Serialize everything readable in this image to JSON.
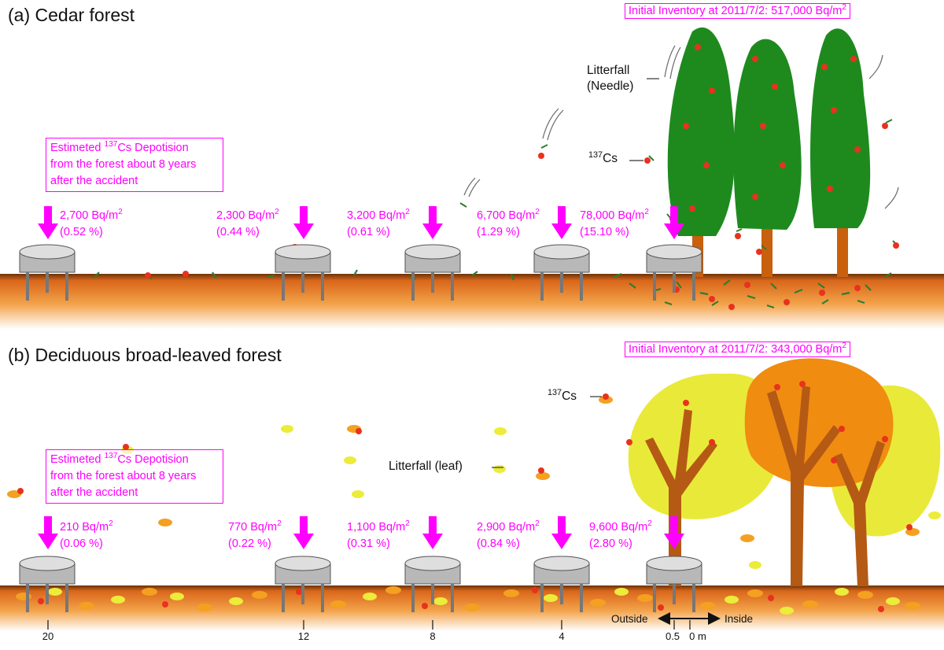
{
  "panels": [
    {
      "id": "a",
      "title": "(a) Cedar forest",
      "inventory": {
        "prefix": "Initial Inventory at 2011/7/2: 517,000 Bq/m",
        "sup": "2"
      },
      "note": {
        "line1_pre": "Estimeted ",
        "sup": "137",
        "line1_post": "Cs Depotision",
        "line2": "from the forest about 8 years",
        "line3": "after the accident"
      },
      "litter_label": {
        "line1": "Litterfall",
        "line2": "(Needle)"
      },
      "cs_label": {
        "sup": "137",
        "text": "Cs"
      },
      "traps": [
        {
          "value": "2,700 Bq/m",
          "sup": "2",
          "percent": "(0.52 %)"
        },
        {
          "value": "2,300 Bq/m",
          "sup": "2",
          "percent": "(0.44 %)"
        },
        {
          "value": "3,200 Bq/m",
          "sup": "2",
          "percent": "(0.61 %)"
        },
        {
          "value": "6,700 Bq/m",
          "sup": "2",
          "percent": "(1.29 %)"
        },
        {
          "value": "78,000 Bq/m",
          "sup": "2",
          "percent": "(15.10 %)"
        }
      ]
    },
    {
      "id": "b",
      "title": "(b) Deciduous broad-leaved forest",
      "inventory": {
        "prefix": "Initial Inventory at 2011/7/2: 343,000 Bq/m",
        "sup": "2"
      },
      "note": {
        "line1_pre": "Estimeted ",
        "sup": "137",
        "line1_post": "Cs Depotision",
        "line2": "from the forest about 8 years",
        "line3": "after the accident"
      },
      "litter_label": {
        "line1": "Litterfall (leaf)"
      },
      "cs_label": {
        "sup": "137",
        "text": "Cs"
      },
      "traps": [
        {
          "value": "210 Bq/m",
          "sup": "2",
          "percent": "(0.06 %)"
        },
        {
          "value": "770 Bq/m",
          "sup": "2",
          "percent": "(0.22 %)"
        },
        {
          "value": "1,100 Bq/m",
          "sup": "2",
          "percent": "(0.31 %)"
        },
        {
          "value": "2,900 Bq/m",
          "sup": "2",
          "percent": "(0.84 %)"
        },
        {
          "value": "9,600 Bq/m",
          "sup": "2",
          "percent": "(2.80 %)"
        }
      ]
    }
  ],
  "distance_axis": {
    "ticks": [
      "20",
      "12",
      "8",
      "4",
      "0.5",
      "0 m"
    ],
    "outside_label": "Outside",
    "inside_label": "Inside"
  },
  "colors": {
    "label_magenta": "#ff00ff",
    "cedar_green": "#1e8a1e",
    "needle_green": "#2e7d32",
    "trunk_brown": "#c8600e",
    "branch_brown": "#b55a14",
    "leaf_yellow": "#e8e23a",
    "leaf_orange": "#f4a020",
    "cesium_red": "#e8321e",
    "trap_grey": "#b8b8b8"
  }
}
